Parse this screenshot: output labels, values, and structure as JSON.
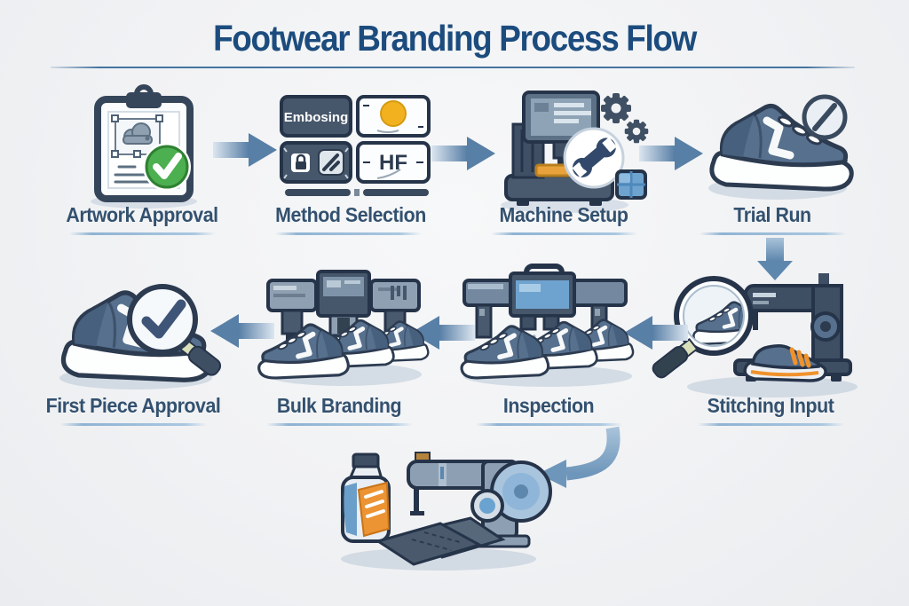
{
  "title": "Footwear Branding Process Flow",
  "steps": {
    "artwork_approval": {
      "label": "Artwork Approval"
    },
    "method_selection": {
      "label": "Method Selection",
      "tile_embossing_text": "Embosing",
      "tile_hf_text": "HF"
    },
    "machine_setup": {
      "label": "Machine Setup"
    },
    "trial_run": {
      "label": "Trial Run"
    },
    "stitching_input": {
      "label": "Stitching Input"
    },
    "inspection": {
      "label": "Inspection"
    },
    "bulk_branding": {
      "label": "Bulk Branding"
    },
    "first_piece_approval": {
      "label": "First Piece Approval"
    }
  },
  "flow_order": [
    "Artwork Approval",
    "Method Selection",
    "Machine Setup",
    "Trial Run",
    "Stitching Input",
    "Inspection",
    "Bulk Branding",
    "First Piece Approval"
  ],
  "colors": {
    "background": "#f1f2f4",
    "title_text": "#1c4c7e",
    "label_text": "#33516f",
    "outline_navy": "#26344a",
    "icon_navy": "#3e4e63",
    "icon_steel": "#56708e",
    "arrow_dark": "#587fa6",
    "arrow_light": "#dce6f0",
    "accent_green": "#4caf50",
    "accent_yellow": "#f2b21f",
    "accent_orange": "#ec9433",
    "accent_blue": "#6fa3cf"
  }
}
